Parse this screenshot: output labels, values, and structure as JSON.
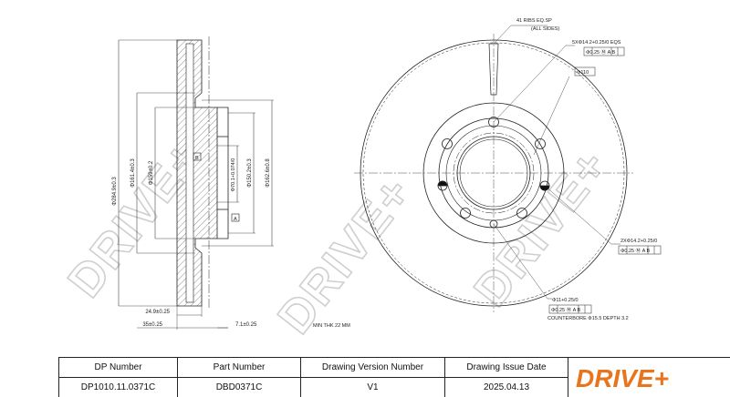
{
  "watermark": "DRIVE+",
  "side_view": {
    "dims": {
      "d1": "Φ284.9±0.3",
      "d2": "Φ161.4±0.3",
      "d3": "Φ159±0.2",
      "d4": "Φ70.1+0.074/0",
      "d5": "Φ150.2±0.3",
      "d6": "Φ162.6±0.8",
      "w1": "24.9±0.25",
      "w2": "35±0.25",
      "w3": "7.1±0.25",
      "ref_a": "A",
      "ref_b": "B"
    },
    "min_thickness": "MIN THK 22 MM"
  },
  "front_view": {
    "ribs": "41 RIBS EQ.SP",
    "ribs_sub": "(ALL SIDES)",
    "holes_5": "5XΦ14.2+0.25/0 EQS",
    "tol_5": "Φ0.25 Ⓜ A B",
    "pcd": "Φ110",
    "holes_2": "2XΦ14.2+0.25/0",
    "tol_2": "Φ0.25 Ⓜ A B",
    "hole_11": "Φ11+0.25/0",
    "tol_11": "Φ0.25 Ⓜ A B",
    "counterbore": "COUNTERBORE Φ15.5 DEPTH 3.2"
  },
  "title_block": {
    "headers": [
      "DP Number",
      "Part Number",
      "Drawing Version Number",
      "Drawing Issue Date"
    ],
    "values": [
      "DP1010.11.0371C",
      "DBD0371C",
      "V1",
      "2025.04.13"
    ],
    "logo": "DRIVE+",
    "accent_color": "#e8741e"
  }
}
